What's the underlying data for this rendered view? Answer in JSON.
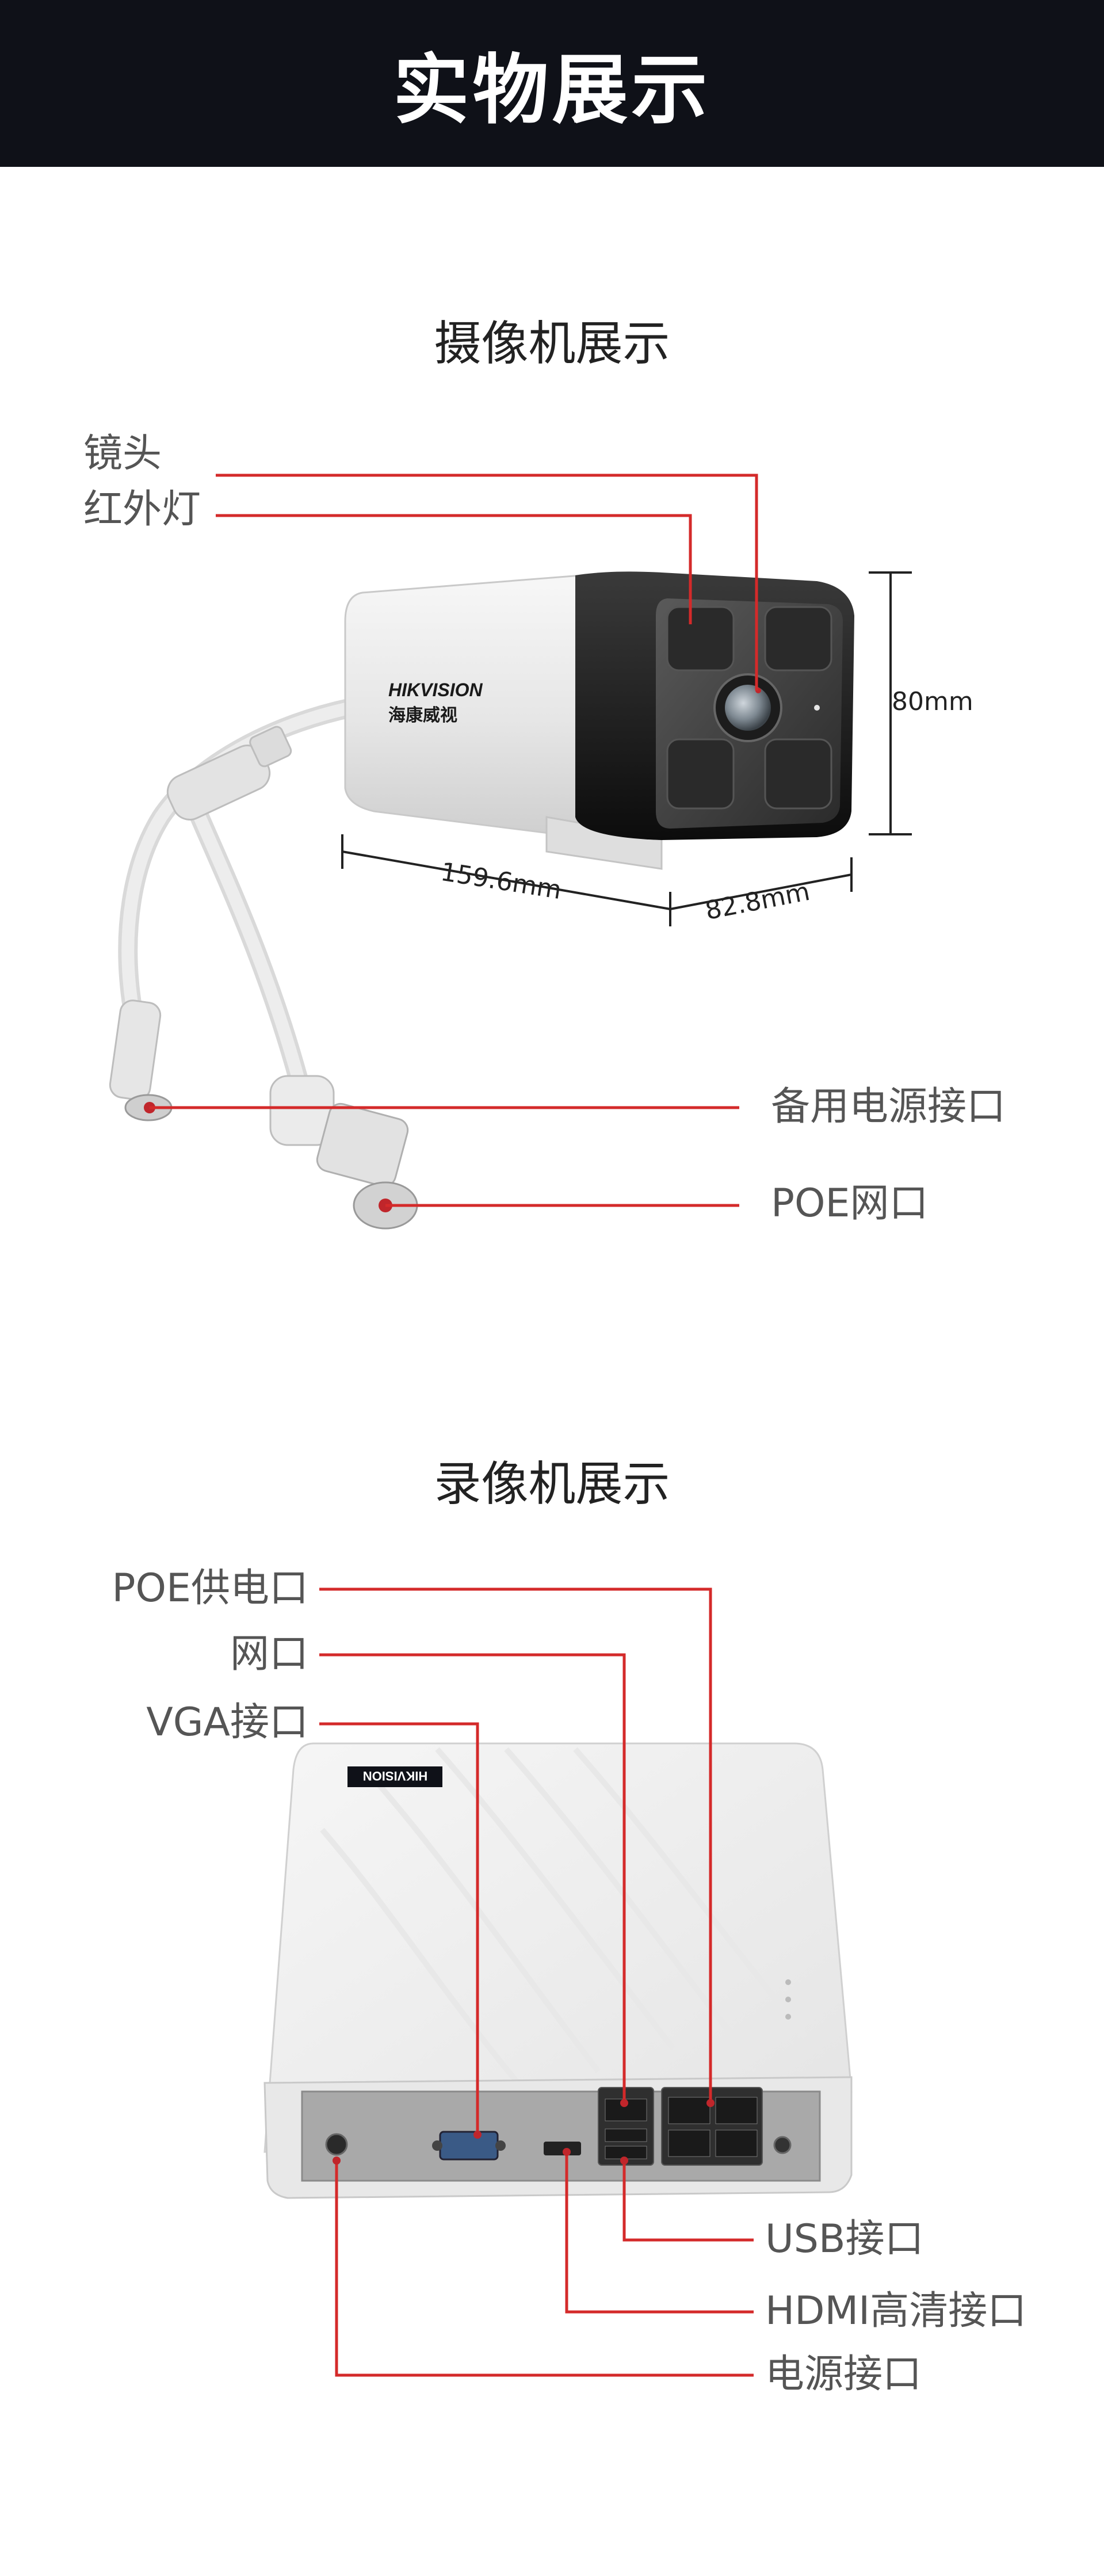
{
  "header": {
    "title": "实物展示"
  },
  "camera_section": {
    "title": "摄像机展示",
    "callouts": {
      "lens": "镜头",
      "ir_light": "红外灯",
      "backup_power": "备用电源接口",
      "poe_port": "POE网口"
    },
    "dimensions": {
      "height": "80mm",
      "length": "159.6mm",
      "width": "82.8mm"
    },
    "brand": {
      "en": "HIKVISION",
      "cn": "海康威视"
    }
  },
  "nvr_section": {
    "title": "录像机展示",
    "callouts": {
      "poe_power_port": "POE供电口",
      "network_port": "网口",
      "vga_port": "VGA接口",
      "usb_port": "USB接口",
      "hdmi_port": "HDMI高清接口",
      "power_port": "电源接口"
    },
    "brand": "HIKVISION"
  },
  "colors": {
    "banner": "#0f1118",
    "callout_line": "#d42a2a",
    "text": "#555555"
  }
}
